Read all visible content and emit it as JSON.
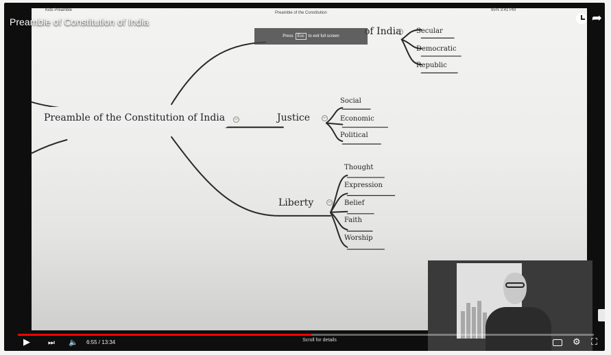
{
  "player": {
    "title": "Preamble of Constitution of India",
    "status_left": "Kids Preamble",
    "status_center": "Preamble of the Constitution",
    "status_right": "95% 3:41 PM",
    "fullscreen_prefix": "Press",
    "fullscreen_key": "Esc",
    "fullscreen_suffix": "to exit full screen",
    "time": "6:55 / 13:34",
    "scroll_hint": "Scroll for details",
    "progress": 0.51
  },
  "mindmap": {
    "root": "Preamble of the Constitution of India",
    "top_fragment": "of India",
    "top_children": [
      "Secular",
      "Democratic",
      "Republic"
    ],
    "justice": "Justice",
    "justice_children": [
      "Social",
      "Economic",
      "Political"
    ],
    "liberty": "Liberty",
    "liberty_children": [
      "Thought",
      "Expression",
      "Belief",
      "Faith",
      "Worship"
    ]
  },
  "colors": {
    "progress": "#ff0000",
    "slide_bg": "#f3f3f1",
    "player_bg": "#0e0e0e"
  },
  "icons": [
    "play-icon",
    "next-icon",
    "volume-icon",
    "settings-icon",
    "fullscreen-icon",
    "cc-icon",
    "watch-later-icon",
    "share-icon"
  ]
}
